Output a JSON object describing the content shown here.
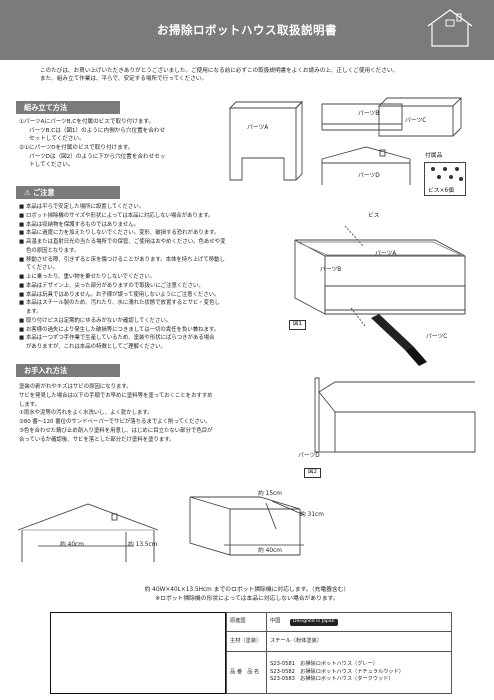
{
  "header": {
    "title": "お掃除ロボットハウス取扱説明書"
  },
  "intro": {
    "line1": "このたびは、お買い上げいただきありがとうございました。ご使用になる前に必ずこの取扱説明書をよくお読みの上、正しくご使用ください。",
    "line2": "また、組み立て作業は、平らで、安定する場所で行ってください。"
  },
  "assembly": {
    "heading": "組み立て方法",
    "step1": [
      "①パーツAにパーツB,Cを付属のビスで取り付けます。",
      "パーツB,Cは（図1）のように内側から穴位置を合わせ",
      "セットしてください。"
    ],
    "step2": [
      "②①にパーツDを付属のビスで取り付けます。",
      "パーツDは（図2）のように下から穴位置を合わせセッ",
      "トしてください。"
    ]
  },
  "parts": {
    "a": "パーツA",
    "b": "パーツB",
    "c": "パーツC",
    "d": "パーツD",
    "accessory": "付属品",
    "screws": "ビス×6個"
  },
  "caution": {
    "heading": "ご注意",
    "items": [
      "本品は平らで安定した場所に設置してください。",
      "ロボット掃除機のサイズや形状によっては本品に対応しない場合があります。",
      "本品は収納物を保護するものではありません。",
      "本品に過度に力を加えたりしないでください。変形、破損する恐れがあります。",
      "高温または直射日光の当たる場所での保管、ご使用はおやめください。色あせや変",
      "色の原因となります。",
      "移動させる際、引きずると床を傷つけることがあります。本体を持ち上げて移動し",
      "てください。",
      "上に乗ったり、重い物を乗せたりしないでください。",
      "本品はデザイン上、尖った部分がありますので取扱いにご注意ください。",
      "本品は玩具ではありません。お子様が誤って使用しないようにご注意ください。",
      "本品はスチール製のため、汚れたり、水に濡れた状態で放置するとサビ・変色し",
      "ます。",
      "取り付けビスは定期的にゆるみがないか確認してください。",
      "お客様の過失により発生した破損等につきましては一切の責任を負い兼ねます。",
      "本品は一つずつ手作業で生産しているため、塗装や形状にばらつきがある場合",
      "がありますが、これは本品の特徴としてご理解ください。"
    ],
    "bullets": [
      true,
      true,
      true,
      true,
      true,
      false,
      true,
      false,
      true,
      true,
      true,
      true,
      false,
      true,
      true,
      true,
      false
    ]
  },
  "care": {
    "heading": "お手入れ方法",
    "lines": [
      "塗装の剥がれやキズはサビの原因になります。",
      "サビを発見した場合は以下の手順でお早めに塗料等を塗っておくことをおすすめ",
      "します。",
      "①雨水や泥等の汚れをよく水洗いし、よく乾かします。",
      "②80 番～120 番位のサンドペーパーでサビが落ちるまでよく削ってください。",
      "③色を合わせた錆び止め剤入り塗料を用意し、はじめに目立たない部分で色目が",
      "合っているか確認後、サビを落とした部分だけ塗料を塗ります。"
    ]
  },
  "figure": {
    "screw": "ビス",
    "fig1": "図1",
    "fig2": "図2"
  },
  "dimensions": {
    "w40": "約 40cm",
    "h13": "約 13.5cm",
    "d15": "約 15cm",
    "d31": "約 31cm",
    "w40b": "約 40cm"
  },
  "spec": {
    "line1": "約 40W×40L×13.5Hcm までのロボット掃除機に対応します。（充電器含む）",
    "line2": "※ロボット掃除機の形状によっては本品に対応しない場合があります。"
  },
  "footer": {
    "origin_label": "原産国",
    "origin_value": "中国",
    "badge": "Designed in Japan",
    "material_label": "主材（塗装）",
    "material_value": "スチール（粉体塗装）",
    "product_label": "品 番　品 名",
    "products": [
      "S23-0581　お掃除ロボットハウス（グレー）",
      "S23-0582　お掃除ロボットハウス（ナチュラルウッド）",
      "S23-0583　お掃除ロボットハウス（ダークウッド）"
    ]
  }
}
